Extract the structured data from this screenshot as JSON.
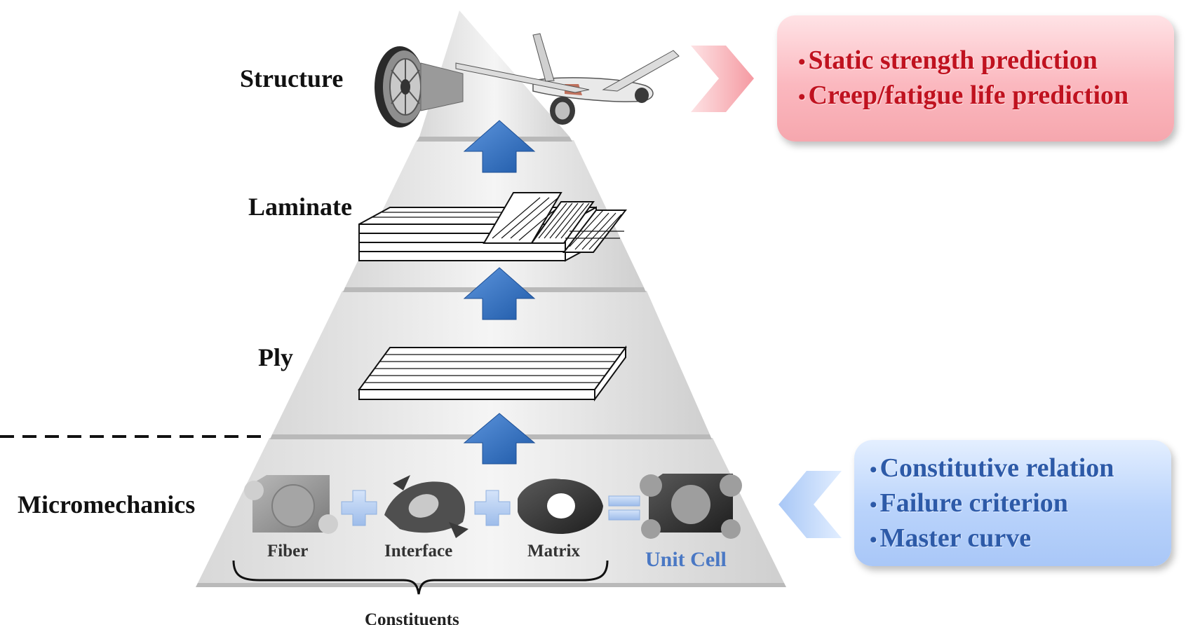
{
  "levels": {
    "structure": "Structure",
    "laminate": "Laminate",
    "ply": "Ply",
    "micromechanics": "Micromechanics"
  },
  "constituents": {
    "fiber": "Fiber",
    "interface": "Interface",
    "matrix": "Matrix",
    "unit_cell": "Unit Cell",
    "group_label": "Constituents"
  },
  "structure_box": {
    "items": [
      "Static strength prediction",
      "Creep/fatigue life prediction"
    ],
    "accent": "#c0121f"
  },
  "micro_box": {
    "items": [
      "Constitutive relation",
      "Failure criterion",
      "Master curve"
    ],
    "accent": "#2d5aa8"
  },
  "colors": {
    "arrow_blue": "#2f6fc0",
    "unit_cell_label": "#4a78c4"
  },
  "icons": [
    "jet-engine-icon",
    "airplane-icon",
    "laminate-stack-icon",
    "ply-sheet-icon",
    "fiber-icon",
    "interface-icon",
    "matrix-icon",
    "unit-cell-icon",
    "plus-icon",
    "equals-icon",
    "chevron-right-icon",
    "chevron-left-icon",
    "up-arrow-icon"
  ]
}
